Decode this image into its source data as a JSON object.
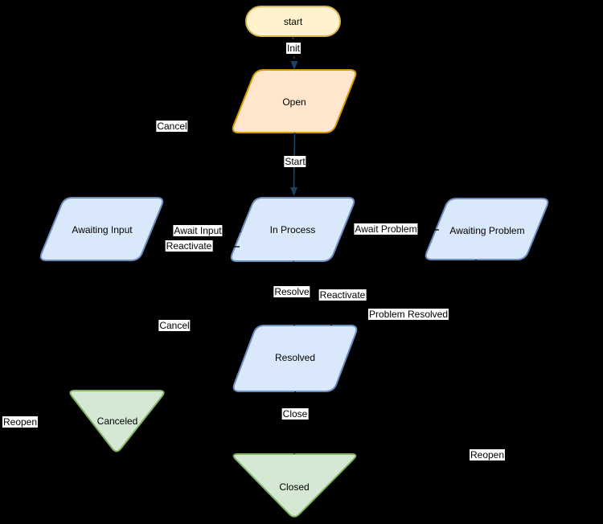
{
  "diagram": {
    "type": "flowchart-state-diagram",
    "nodes": {
      "start": {
        "label": "start",
        "shape": "terminator"
      },
      "open": {
        "label": "Open",
        "shape": "parallelogram"
      },
      "awaiting_input": {
        "label": "Awaiting Input",
        "shape": "parallelogram"
      },
      "in_process": {
        "label": "In Process",
        "shape": "parallelogram"
      },
      "awaiting_problem": {
        "label": "Awaiting Problem",
        "shape": "parallelogram"
      },
      "resolved": {
        "label": "Resolved",
        "shape": "parallelogram"
      },
      "canceled": {
        "label": "Canceled",
        "shape": "inverted-triangle"
      },
      "closed": {
        "label": "Closed",
        "shape": "inverted-triangle"
      }
    },
    "edges": {
      "init": {
        "label": "Init",
        "from": "start",
        "to": "open"
      },
      "cancel_top": {
        "label": "Cancel"
      },
      "start_edge": {
        "label": "Start",
        "from": "open",
        "to": "in_process"
      },
      "await_input": {
        "label": "Await Input"
      },
      "reactivate_left": {
        "label": "Reactivate"
      },
      "await_problem": {
        "label": "Await Problem"
      },
      "resolve": {
        "label": "Resolve"
      },
      "reactivate_mid": {
        "label": "Reactivate"
      },
      "problem_resolved": {
        "label": "Problem Resolved"
      },
      "cancel_mid": {
        "label": "Cancel"
      },
      "close": {
        "label": "Close"
      },
      "reopen_left": {
        "label": "Reopen"
      },
      "reopen_right": {
        "label": "Reopen"
      }
    },
    "palette": {
      "background": "#000000",
      "start_fill": "#FFF2CC",
      "start_stroke": "#D6B656",
      "open_fill": "#FFE6CC",
      "open_stroke": "#D79B00",
      "state_fill": "#DAE8FC",
      "state_stroke": "#6C8EBF",
      "terminal_fill": "#D5E8D4",
      "terminal_stroke": "#82B366",
      "arrow_color": "#1B4263",
      "hidden_edge_color": "#000000",
      "label_bg": "#FFFFFF",
      "label_text": "#000000"
    }
  }
}
